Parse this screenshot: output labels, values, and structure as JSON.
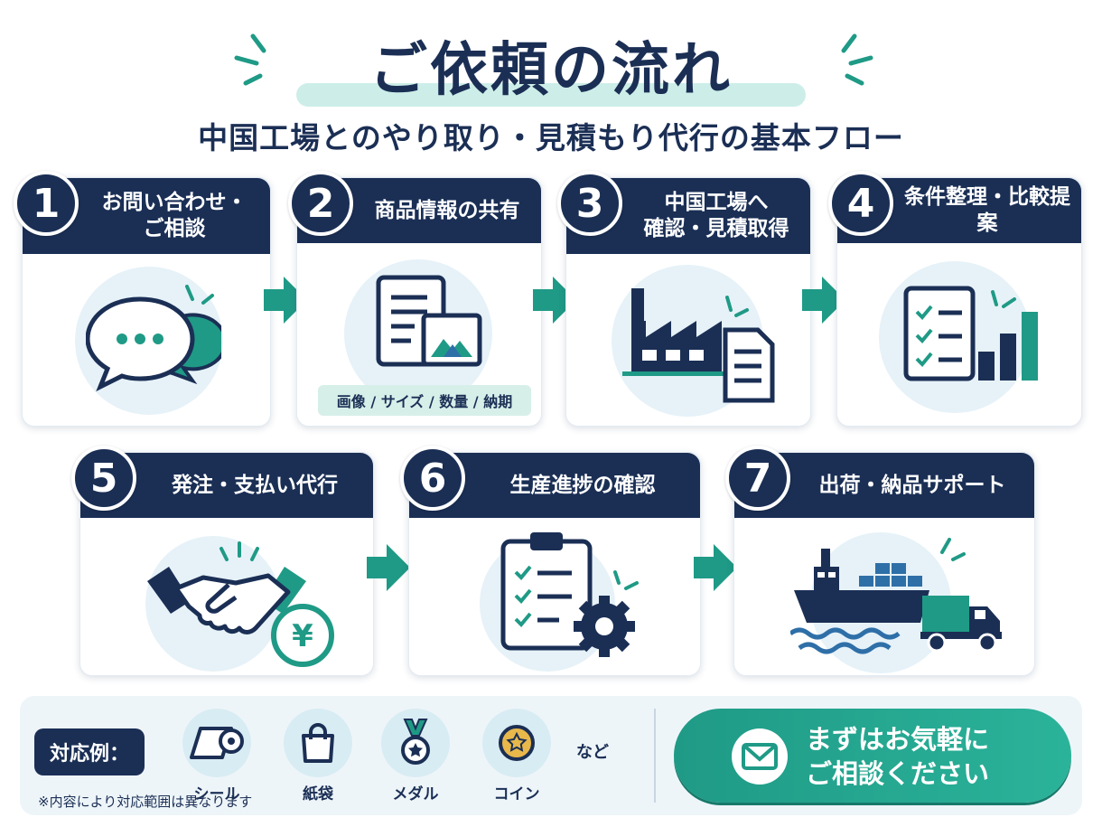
{
  "title": "ご依頼の流れ",
  "subtitle": "中国工場とのやり取り・見積もり代行の基本フロー",
  "steps": [
    {
      "num": "1",
      "label_line1": "お問い合わせ・",
      "label_line2": "ご相談",
      "icon": "chat-bubbles-icon"
    },
    {
      "num": "2",
      "label_line1": "商品情報の共有",
      "label_line2": "",
      "icon": "document-image-icon",
      "tagline": "画像 / サイズ / 数量 / 納期"
    },
    {
      "num": "3",
      "label_line1": "中国工場へ",
      "label_line2": "確認・見積取得",
      "icon": "factory-document-icon"
    },
    {
      "num": "4",
      "label_line1": "条件整理・比較提案",
      "label_line2": "",
      "icon": "checklist-chart-icon"
    },
    {
      "num": "5",
      "label_line1": "発注・支払い代行",
      "label_line2": "",
      "icon": "handshake-yen-icon"
    },
    {
      "num": "6",
      "label_line1": "生産進捗の確認",
      "label_line2": "",
      "icon": "clipboard-gear-icon"
    },
    {
      "num": "7",
      "label_line1": "出荷・納品サポート",
      "label_line2": "",
      "icon": "ship-truck-icon"
    }
  ],
  "examples": {
    "label": "対応例：",
    "items": [
      {
        "label": "シール",
        "icon": "tape-roll-icon"
      },
      {
        "label": "紙袋",
        "icon": "paper-bag-icon"
      },
      {
        "label": "メダル",
        "icon": "medal-icon"
      },
      {
        "label": "コイン",
        "icon": "coin-icon"
      }
    ],
    "etc": "など",
    "note": "※内容により対応範囲は異なります"
  },
  "cta": {
    "line1": "まずはお気軽に",
    "line2": "ご相談ください",
    "icon": "envelope-icon"
  },
  "colors": {
    "navy": "#1b2f55",
    "teal": "#1f9a86",
    "light_bg": "#e6f2f8",
    "mint": "#cdeee8"
  }
}
